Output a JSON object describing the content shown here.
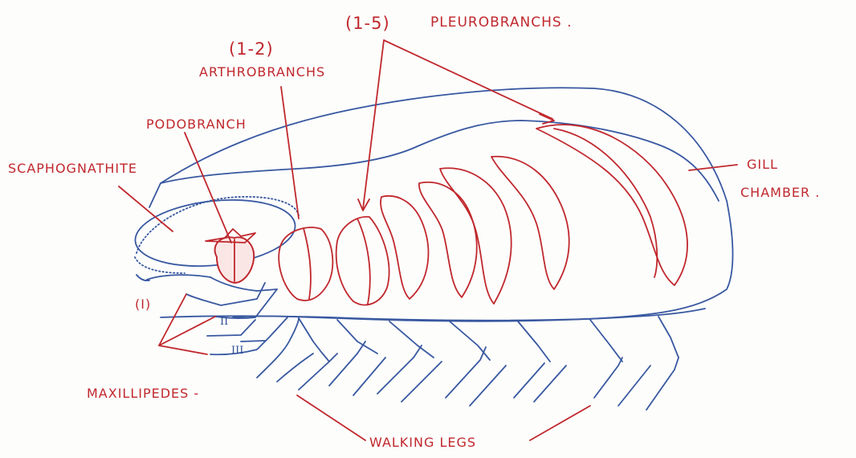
{
  "labels": {
    "pleurobranchs_range": "(1-5)",
    "pleurobranchs": "PLEUROBRANCHS .",
    "arthrobranchs_range": "(1-2)",
    "arthrobranchs": "ARTHROBRANCHS",
    "podobranch": "PODOBRANCH",
    "scaphognathite": "SCAPHOGNATHITE",
    "gill": "GILL",
    "chamber": "CHAMBER .",
    "maxillipedes": "MAXILLIPEDES -",
    "walking_legs": "WALKING LEGS",
    "roman_1": "(I)",
    "roman_2": "II",
    "roman_3": "III"
  },
  "colors": {
    "ink_red": "#c0282d",
    "ink_blue": "#3858a0",
    "paper": "#fdfdfc"
  }
}
